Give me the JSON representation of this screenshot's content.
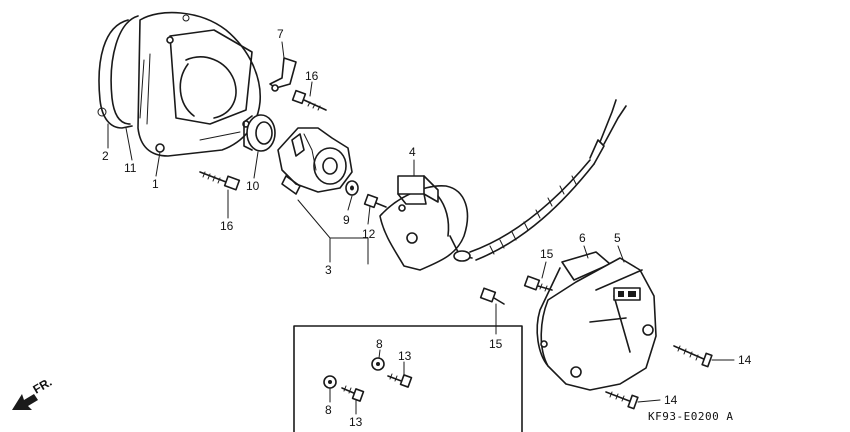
{
  "callouts": {
    "c1": "1",
    "c2": "2",
    "c3": "3",
    "c4": "4",
    "c5": "5",
    "c6": "6",
    "c7": "7",
    "c8a": "8",
    "c8b": "8",
    "c9": "9",
    "c10": "10",
    "c11": "11",
    "c12": "12",
    "c13a": "13",
    "c13b": "13",
    "c14a": "14",
    "c14b": "14",
    "c15a": "15",
    "c15b": "15",
    "c16a": "16",
    "c16b": "16"
  },
  "direction_label": "FR.",
  "drawing_code": "KF93-E0200 A",
  "icons": {
    "front_arrow": "arrow-front-icon"
  },
  "colors": {
    "ink": "#1a1a1a",
    "background": "#ffffff"
  }
}
